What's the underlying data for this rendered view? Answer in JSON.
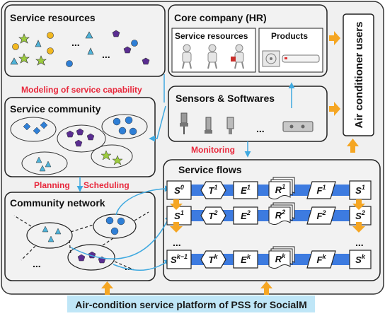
{
  "panels": {
    "service_resources": "Service resources",
    "core_company": "Core company (HR)",
    "core_service_resources": "Service resources",
    "core_products": "Products",
    "sensors": "Sensors & Softwares",
    "service_community": "Service community",
    "community_network": "Community network",
    "service_flows": "Service flows",
    "users": "Air conditioner users"
  },
  "labels": {
    "modeling": "Modeling of service capability",
    "monitoring": "Monitoring",
    "planning": "Planning",
    "scheduling": "Scheduling",
    "ellipsis": "..."
  },
  "platform": "Air-condition service platform of PSS for SocialM",
  "flow": {
    "rows": [
      {
        "s_base": "S",
        "s_sup": "0",
        "t": "1",
        "s_next": "1"
      },
      {
        "s_base": "S",
        "s_sup": "1",
        "t": "2",
        "s_next": "2"
      },
      {
        "s_base": "S",
        "s_sup": "k−1",
        "t": "k",
        "s_next": "k"
      }
    ],
    "letters": {
      "T": "T",
      "E": "E",
      "R": "R",
      "F": "F",
      "S": "S"
    }
  },
  "colors": {
    "panel_bg": "#f2f2f2",
    "red_label": "#e8283c",
    "orange_arrow": "#f5a623",
    "blue_flow": "#3d7be0",
    "platform_bg": "#bfe6f7",
    "shape_blue": "#2f7fd6",
    "shape_purple": "#5a2d91",
    "shape_teal": "#4fb3d9",
    "shape_yellow": "#f2b820",
    "shape_green": "#9ccc3d"
  }
}
